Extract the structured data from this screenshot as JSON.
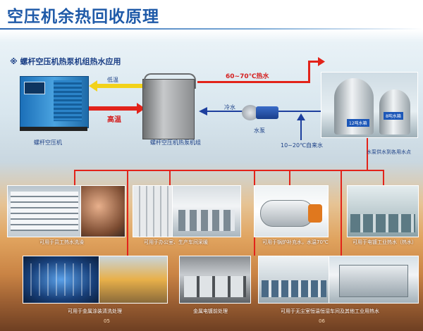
{
  "title": "空压机余热回收原理",
  "subtitle": "※  螺杆空压机热泵机组热水应用",
  "labels": {
    "low_temp": "低温",
    "high_temp": "高温",
    "compressor": "螺杆空压机",
    "heat_pump_unit": "螺杆空压机热泵机组",
    "hot_water": "60~70℃热水",
    "cold_water": "冷水",
    "pump": "水泵",
    "tap_water": "10~20℃自来水",
    "tank_12t": "12吨水箱",
    "tank_8t": "8吨水箱",
    "supply": "水泵供水到各用水点"
  },
  "applications": [
    "可用于员工热水洗澡",
    "可用于办公室、生产车间采暖",
    "可用于锅炉补充水，水温70℃",
    "可用于电镀工业热水（热水）",
    "可用于金属涂装清洗处理",
    "金属电镀前处理",
    "可用于无尘室恒温恒湿车间及其他工业用热水"
  ],
  "page_numbers": [
    "05",
    "06"
  ],
  "colors": {
    "title_blue": "#1f5aa8",
    "hot_red": "#e2231a",
    "cold_blue": "#1d3f9e",
    "low_yellow": "#f2d21a"
  }
}
